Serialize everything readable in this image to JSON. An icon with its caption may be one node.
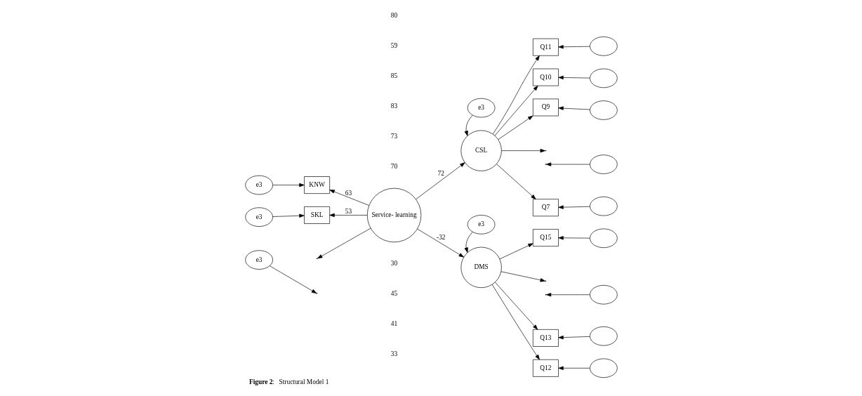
{
  "diagram": {
    "caption": "**Figure 2**:   Structural Model 1",
    "nodes": [
      {
        "text": [
          "e3"
        ]
      },
      {
        "text": [
          "KNW"
        ]
      },
      {
        "text": [
          "e3"
        ]
      },
      {
        "text": [
          "SKL"
        ]
      },
      {
        "text": [
          "e3"
        ]
      },
      {
        "text": [
          "Service- learning"
        ]
      },
      {
        "text": [
          "e3"
        ]
      },
      {
        "text": [
          "CSL"
        ]
      },
      {
        "text": [
          "e3"
        ]
      },
      {
        "text": [
          "DMS"
        ]
      },
      {
        "text": [
          "Q11"
        ]
      },
      {
        "text": [
          "Q10"
        ]
      },
      {
        "text": [
          "Q9"
        ]
      },
      {
        "text": [
          "Q7"
        ]
      },
      {
        "text": [
          "Q15"
        ]
      },
      {
        "text": [
          "Q13"
        ]
      },
      {
        "text": [
          "Q12"
        ]
      },
      {
        "text": [],
        "shape": "ellipse"
      },
      {
        "text": [],
        "shape": "ellipse"
      },
      {
        "text": [],
        "shape": "ellipse"
      },
      {
        "text": [],
        "shape": "ellipse"
      },
      {
        "text": [],
        "shape": "ellipse"
      },
      {
        "text": [],
        "shape": "ellipse"
      },
      {
        "text": [],
        "shape": "ellipse"
      },
      {
        "text": [],
        "shape": "ellipse"
      },
      {
        "text": [],
        "shape": "ellipse"
      }
    ],
    "edges": [
      {
        "from": 0,
        "to": 1,
        "arrow": "to"
      },
      {
        "from": 2,
        "to": 3,
        "arrow": "to"
      },
      {
        "from": 4,
        "to": null,
        "arrow": "to"
      },
      {
        "from": 5,
        "to": 1,
        "arrow": "to",
        "label": "63"
      },
      {
        "from": 5,
        "to": 3,
        "arrow": "to",
        "label": "53"
      },
      {
        "from": 5,
        "to": null,
        "arrow": "to"
      },
      {
        "from": 5,
        "to": 7,
        "arrow": "to",
        "label": "72"
      },
      {
        "from": 6,
        "to": 7,
        "arrow": "to"
      },
      {
        "from": 5,
        "to": 9,
        "arrow": "to",
        "label": "-32"
      },
      {
        "from": 8,
        "to": 9,
        "arrow": "to"
      },
      {
        "from": 7,
        "to": 10,
        "arrow": "to"
      },
      {
        "from": 7,
        "to": 11,
        "arrow": "to"
      },
      {
        "from": 7,
        "to": 12,
        "arrow": "to"
      },
      {
        "from": 7,
        "to": null,
        "arrow": "to"
      },
      {
        "from": 7,
        "to": 13,
        "arrow": "to"
      },
      {
        "from": 9,
        "to": 14,
        "arrow": "to"
      },
      {
        "from": 9,
        "to": null,
        "arrow": "to"
      },
      {
        "from": 9,
        "to": 15,
        "arrow": "to"
      },
      {
        "from": 9,
        "to": 16,
        "arrow": "to"
      },
      {
        "from": 17,
        "to": 10,
        "arrow": "to"
      },
      {
        "from": 18,
        "to": 11,
        "arrow": "to"
      },
      {
        "from": 19,
        "to": 12,
        "arrow": "to"
      },
      {
        "from": 20,
        "to": null,
        "arrow": "to"
      },
      {
        "from": 21,
        "to": 13,
        "arrow": "to"
      },
      {
        "from": 22,
        "to": 14,
        "arrow": "to"
      },
      {
        "from": 23,
        "to": null,
        "arrow": "to"
      },
      {
        "from": 24,
        "to": 15,
        "arrow": "to"
      },
      {
        "from": 25,
        "to": 16,
        "arrow": "to"
      }
    ],
    "labels": [
      "80",
      "59",
      "85",
      "83",
      "73",
      "70",
      "30",
      "45",
      "41",
      "33"
    ]
  }
}
